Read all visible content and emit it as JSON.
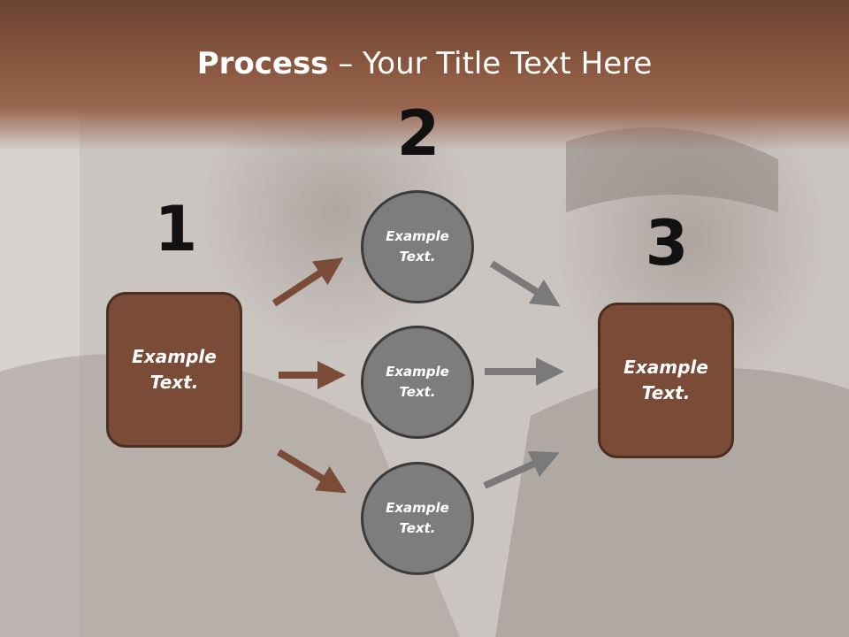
{
  "title": {
    "bold": "Process",
    "rest": " – Your Title Text Here"
  },
  "steps": {
    "n1": "1",
    "n2": "2",
    "n3": "3"
  },
  "left_box": {
    "line1": "Example",
    "line2": "Text."
  },
  "right_box": {
    "line1": "Example",
    "line2": "Text."
  },
  "circles": [
    {
      "line1": "Example",
      "line2": "Text."
    },
    {
      "line1": "Example",
      "line2": "Text."
    },
    {
      "line1": "Example",
      "line2": "Text."
    }
  ],
  "colors": {
    "title_band": "#8a5840",
    "box_fill": "#7a4b37",
    "box_border": "#4a2e22",
    "circle_fill": "#7d7d7d",
    "circle_border": "#3b3b3b",
    "brown_arrow": "#7a4b37",
    "gray_arrow": "#7a7a7a"
  }
}
